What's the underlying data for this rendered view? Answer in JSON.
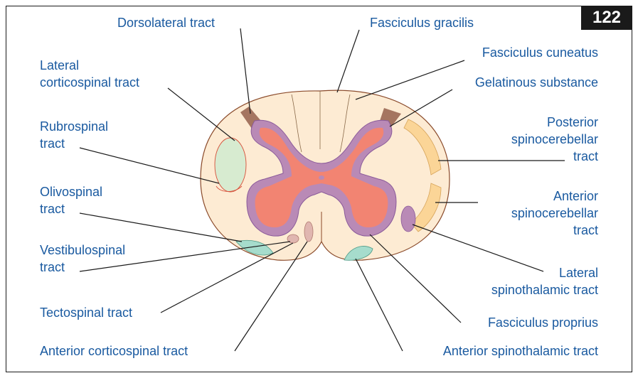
{
  "page_number": "122",
  "colors": {
    "label": "#1a5aa0",
    "white_matter": "#fdebd3",
    "gray_matter": "#f28472",
    "gray_border": "#b98ab6",
    "dorsolateral": "#a57560",
    "posterior_spinocerebellar": "#fbd597",
    "lateral_corticospinal": "#d7ebd0",
    "vestibulospinal": "#a6dccc",
    "tectospinal": "#e0b6b0",
    "leader_lines": "#1a1a1a"
  },
  "labels": {
    "dorsolateral": "Dorsolateral tract",
    "gracilis": "Fasciculus gracilis",
    "cuneatus": "Fasciculus cuneatus",
    "gelatinous": "Gelatinous substance",
    "lat_cortico_1": "Lateral",
    "lat_cortico_2": "corticospinal tract",
    "rubro_1": "Rubrospinal",
    "rubro_2": "tract",
    "post_spinocereb_1": "Posterior",
    "post_spinocereb_2": "spinocerebellar",
    "post_spinocereb_3": "tract",
    "olivo_1": "Olivospinal",
    "olivo_2": "tract",
    "ant_spinocereb_1": "Anterior",
    "ant_spinocereb_2": "spinocerebellar",
    "ant_spinocereb_3": "tract",
    "vestibulo_1": "Vestibulospinal",
    "vestibulo_2": "tract",
    "lat_spinothal_1": "Lateral",
    "lat_spinothal_2": "spinothalamic tract",
    "tecto": "Tectospinal tract",
    "proprius": "Fasciculus proprius",
    "ant_cortico": "Anterior corticospinal tract",
    "ant_spinothal": "Anterior spinothalamic tract"
  }
}
